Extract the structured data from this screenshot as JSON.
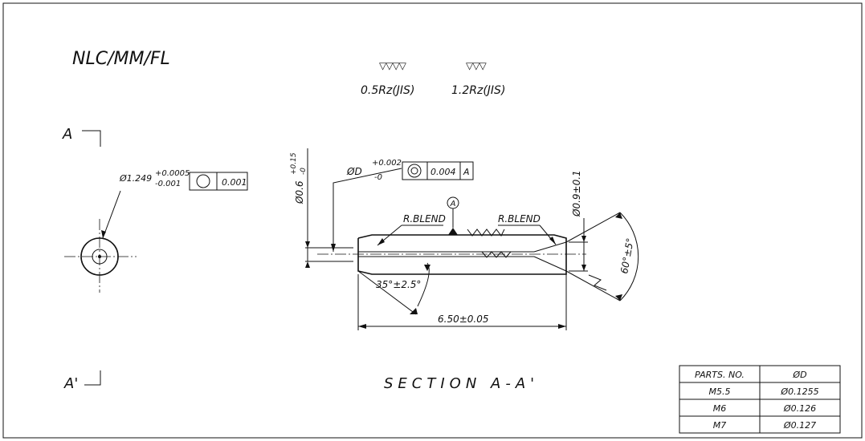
{
  "drawing": {
    "code": "NLC/MM/FL",
    "finish": [
      {
        "symbol": "▽▽▽▽",
        "value": "0.5Rz(JIS)"
      },
      {
        "symbol": "▽▽▽",
        "value": "1.2Rz(JIS)"
      }
    ],
    "section_marker_top": "A",
    "section_marker_bottom": "A'",
    "section_title": "SECTION A-A'"
  },
  "left_view": {
    "dia_prefix": "Ø1.249",
    "tol_upper": "+0.0005",
    "tol_lower": "-0.001",
    "frame_value": "0.001"
  },
  "section_view": {
    "bore_label": "ØD",
    "bore_tol_upper": "+0.002",
    "bore_tol_lower": "-0",
    "frame_value": "0.004",
    "frame_datum": "A",
    "datum_bubble": "A",
    "left_dia": "Ø0.6",
    "left_tol_upper": "+0.15",
    "left_tol_lower": "-0",
    "right_dia": "Ø0.9±0.1",
    "blend_left": "R.BLEND",
    "blend_right": "R.BLEND",
    "chamfer_angle": "35°±2.5°",
    "cone_angle": "60°±5°",
    "length": "6.50±0.05"
  },
  "parts_table": {
    "headers": [
      "PARTS. NO.",
      "ØD"
    ],
    "rows": [
      [
        "M5.5",
        "Ø0.1255"
      ],
      [
        "M6",
        "Ø0.126"
      ],
      [
        "M7",
        "Ø0.127"
      ]
    ]
  }
}
